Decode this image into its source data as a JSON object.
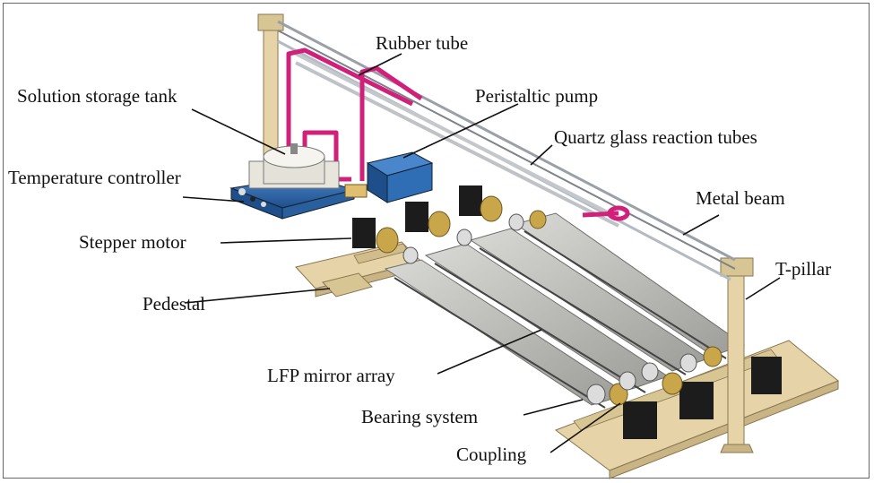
{
  "labels": {
    "rubber_tube": "Rubber tube",
    "solution_storage_tank": "Solution storage tank",
    "peristaltic_pump": "Peristaltic pump",
    "quartz_glass_reaction_tubes": "Quartz glass reaction tubes",
    "temperature_controller": "Temperature controller",
    "metal_beam": "Metal beam",
    "stepper_motor": "Stepper motor",
    "t_pillar": "T-pillar",
    "pedestal": "Pedestal",
    "lfp_mirror_array": "LFP mirror array",
    "bearing_system": "Bearing system",
    "coupling": "Coupling"
  },
  "colors": {
    "wood": "#e6d4a8",
    "wood_edge": "#8a7650",
    "tube_magenta": "#d0207a",
    "pump_blue": "#2f6db5",
    "mirror_grey": "#b8b8b4",
    "motor_black": "#1c1c1c",
    "beam_steel": "#9aa0a8",
    "brass": "#c9a64a",
    "frame": "#666666"
  }
}
